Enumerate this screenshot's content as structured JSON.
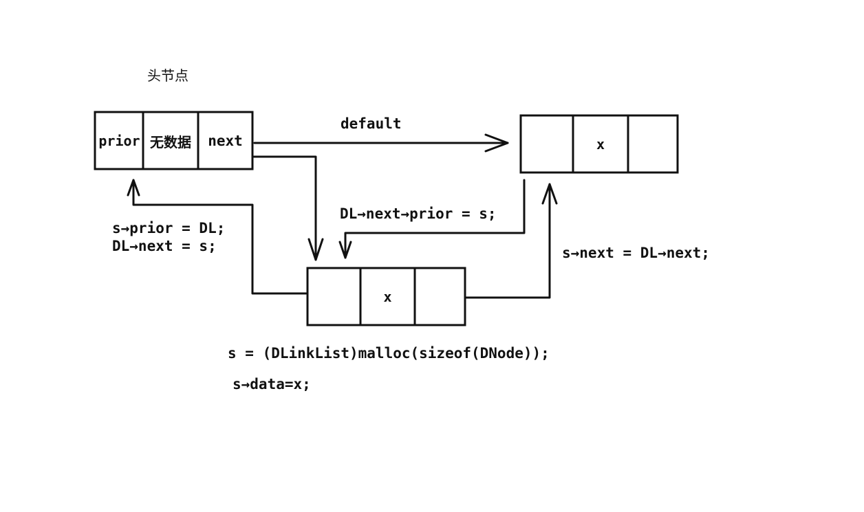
{
  "head_label": "头节点",
  "head_node": {
    "prior": "prior",
    "data": "无数据",
    "next": "next"
  },
  "right_node": {
    "left": "",
    "data": "x",
    "right": ""
  },
  "new_node": {
    "left": "",
    "data": "x",
    "right": ""
  },
  "edge_default": "default",
  "edge_next_prior": "DL→next→prior = s;",
  "edge_s_prior_line1": "s→prior = DL;",
  "edge_s_prior_line2": "DL→next = s;",
  "edge_s_next": "s→next = DL→next;",
  "code_malloc": "s = (DLinkList)malloc(sizeof(DNode));",
  "code_assign": "s→data=x;"
}
